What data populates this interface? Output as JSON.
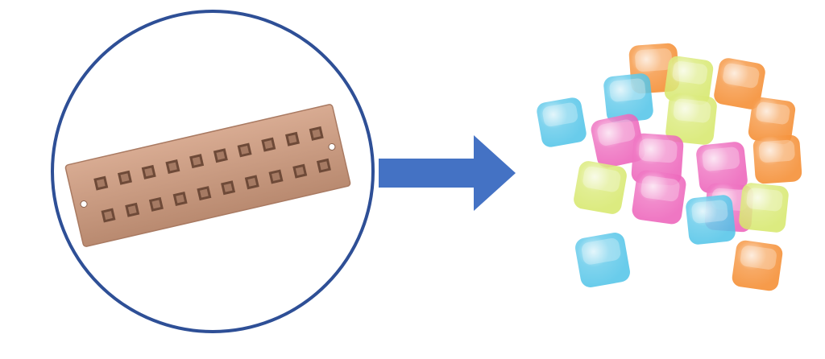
{
  "colors": {
    "background": "#ffffff",
    "circle_stroke": "#2e4f96",
    "arrow_fill": "#4472c4",
    "tray_fill": "#c99a80",
    "tray_edge": "#a97a62",
    "cube_blue": "#4fc3e8",
    "cube_pink": "#ec5fb8",
    "cube_yellow": "#d6e86a",
    "cube_orange": "#f58a2c"
  },
  "tray": {
    "cavity_rows": 2,
    "cavity_columns": 10
  },
  "cubes": [
    {
      "color": "orange"
    },
    {
      "color": "yellow"
    },
    {
      "color": "blue"
    },
    {
      "color": "orange"
    },
    {
      "color": "blue"
    },
    {
      "color": "yellow"
    },
    {
      "color": "pink"
    },
    {
      "color": "orange"
    },
    {
      "color": "pink"
    },
    {
      "color": "pink"
    },
    {
      "color": "pink"
    },
    {
      "color": "orange"
    },
    {
      "color": "yellow"
    },
    {
      "color": "pink"
    },
    {
      "color": "blue"
    },
    {
      "color": "yellow"
    },
    {
      "color": "blue"
    },
    {
      "color": "orange"
    }
  ]
}
